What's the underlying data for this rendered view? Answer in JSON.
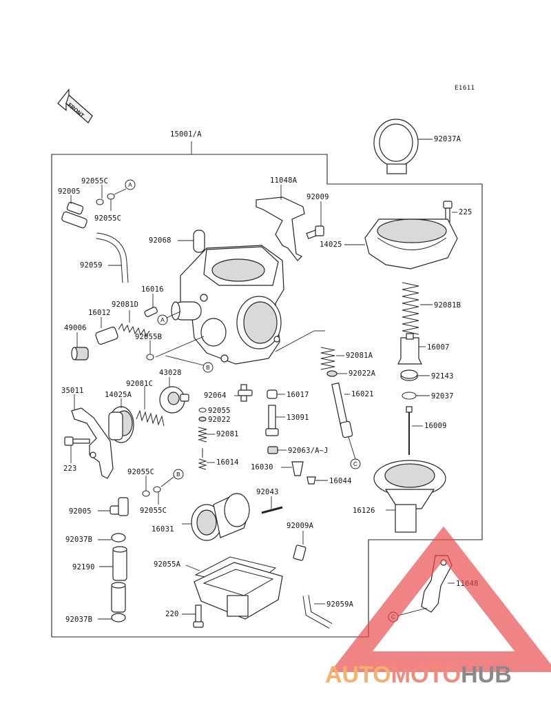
{
  "diagram": {
    "code": "E1611",
    "front_label": "FRONT",
    "main_assembly": "15001/A",
    "callouts": {
      "a": "A",
      "b": "B",
      "c": "C"
    },
    "labels": {
      "p92037A": "92037A",
      "p11048A": "11048A",
      "p92009": "92009",
      "p225": "225",
      "p14025": "14025",
      "p92081B": "92081B",
      "p16007": "16007",
      "p92143": "92143",
      "p92037": "92037",
      "p16009": "16009",
      "p16126": "16126",
      "p11048": "11048",
      "p92055C_a": "92055C",
      "p92005_a": "92005",
      "p92055C_b": "92055C",
      "p92068": "92068",
      "p92059": "92059",
      "p16016": "16016",
      "p92081D": "92081D",
      "p16012": "16012",
      "p49006": "49006",
      "p92055B": "92055B",
      "p43028": "43028",
      "p92081C": "92081C",
      "p35011": "35011",
      "p14025A": "14025A",
      "p223": "223",
      "p92064": "92064",
      "p16017": "16017",
      "p16021": "16021",
      "p92055": "92055",
      "p92022": "92022",
      "p13091": "13091",
      "p92081": "92081",
      "p92063": "92063/A~J",
      "p16014": "16014",
      "p16030": "16030",
      "p16044": "16044",
      "p92081A": "92081A",
      "p92022A": "92022A",
      "p92055C_c": "92055C",
      "p92005_b": "92005",
      "p92055C_d": "92055C",
      "p92043": "92043",
      "p16031": "16031",
      "p92037B_a": "92037B",
      "p92009A": "92009A",
      "p92190": "92190",
      "p92055A": "92055A",
      "p220": "220",
      "p92059A": "92059A",
      "p92037B_b": "92037B"
    }
  },
  "watermark": {
    "brand_parts": [
      "AUTO",
      "MOTO",
      "HUB"
    ],
    "colors": {
      "auto": "#f2b26e",
      "moto": "#f08a7a",
      "hub": "#8a8a8a",
      "triangle": "#e84b4b"
    }
  }
}
